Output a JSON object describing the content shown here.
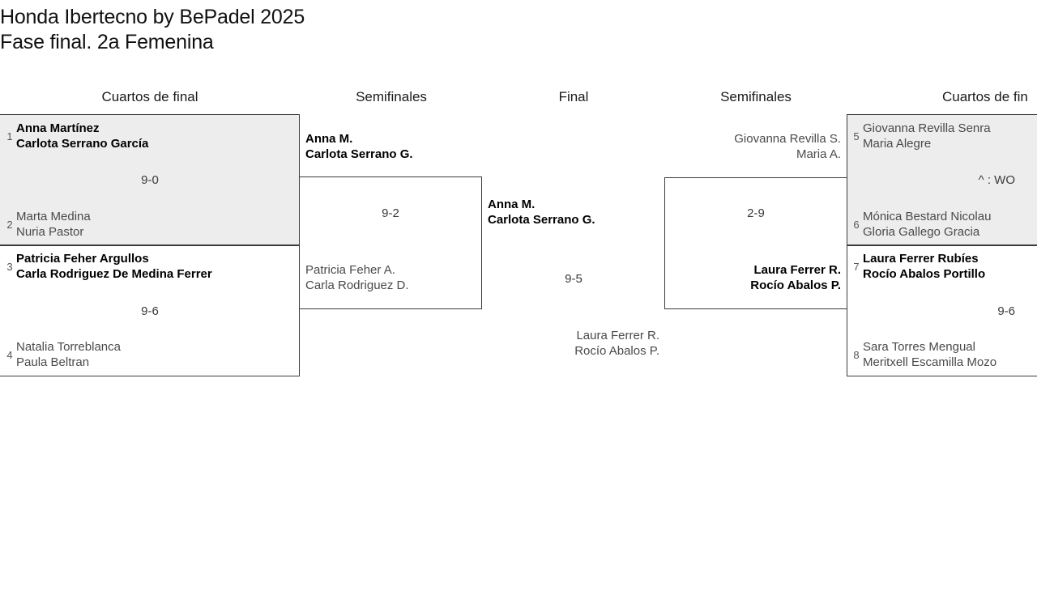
{
  "title": {
    "line1": "Honda Ibertecno by BePadel 2025",
    "line2": "Fase final. 2a Femenina"
  },
  "round_headers": [
    {
      "label": "Cuartos de final"
    },
    {
      "label": "Semifinales"
    },
    {
      "label": "Final"
    },
    {
      "label": "Semifinales"
    },
    {
      "label": "Cuartos de fin"
    }
  ],
  "bracket": {
    "left_quarterfinals": [
      {
        "score": "9-0",
        "top": {
          "seed": "1",
          "player1": "Anna Martínez",
          "player2": "Carlota Serrano García",
          "winner": true
        },
        "bottom": {
          "seed": "2",
          "player1": "Marta Medina",
          "player2": "Nuria Pastor",
          "winner": false
        }
      },
      {
        "score": "9-6",
        "top": {
          "seed": "3",
          "player1": "Patricia Feher Argullos",
          "player2": "Carla Rodriguez De Medina Ferrer",
          "winner": true
        },
        "bottom": {
          "seed": "4",
          "player1": "Natalia Torreblanca",
          "player2": "Paula Beltran",
          "winner": false
        }
      }
    ],
    "left_semifinal": {
      "score": "9-2",
      "top": {
        "player1": "Anna M.",
        "player2": "Carlota Serrano G.",
        "winner": true
      },
      "bottom": {
        "player1": "Patricia Feher A.",
        "player2": "Carla Rodriguez D.",
        "winner": false
      }
    },
    "final": {
      "score": "9-5",
      "top": {
        "player1": "Anna M.",
        "player2": "Carlota Serrano G.",
        "winner": true
      },
      "bottom": {
        "player1": "Laura Ferrer R.",
        "player2": "Rocío Abalos P.",
        "winner": false
      }
    },
    "right_semifinal": {
      "score": "2-9",
      "top": {
        "player1": "Giovanna Revilla S.",
        "player2": "Maria A.",
        "winner": false
      },
      "bottom": {
        "player1": "Laura Ferrer R.",
        "player2": "Rocío Abalos P.",
        "winner": true
      }
    },
    "right_quarterfinals": [
      {
        "score": "^ : WO",
        "top": {
          "seed": "5",
          "player1": "Giovanna Revilla Senra",
          "player2": "Maria Alegre",
          "winner": false
        },
        "bottom": {
          "seed": "6",
          "player1": "Mónica Bestard Nicolau",
          "player2": "Gloria Gallego Gracia",
          "winner": false
        }
      },
      {
        "score": "9-6",
        "top": {
          "seed": "7",
          "player1": "Laura Ferrer Rubíes",
          "player2": "Rocío Abalos Portillo",
          "winner": true
        },
        "bottom": {
          "seed": "8",
          "player1": "Sara Torres Mengual",
          "player2": "Meritxell Escamilla Mozo",
          "winner": false
        }
      }
    ]
  },
  "colors": {
    "shaded_background": "#ededed",
    "border": "#3b3b3b",
    "winner_text": "#000000",
    "loser_text": "#4a4a4a"
  }
}
